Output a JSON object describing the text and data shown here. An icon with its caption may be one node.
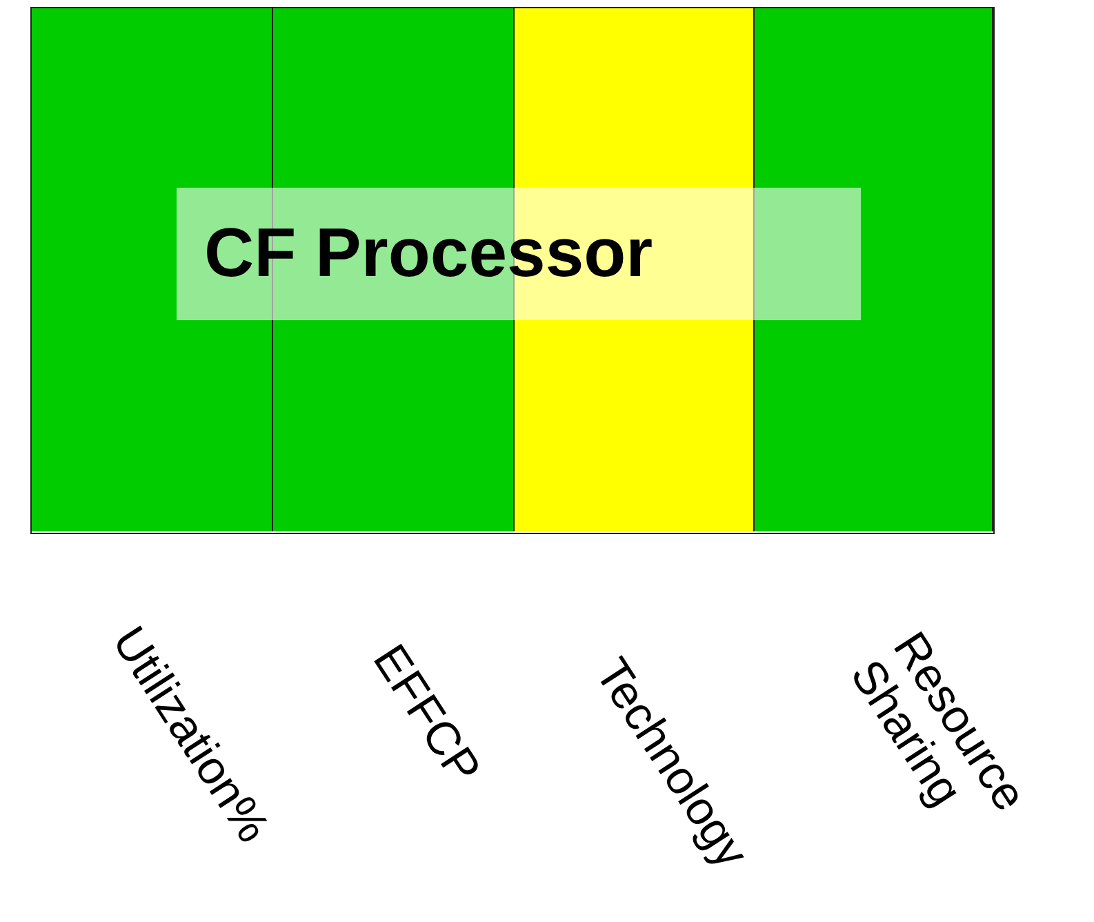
{
  "diagram": {
    "nodes": [
      {
        "text": [
          "CF Processor"
        ]
      },
      {
        "text": [
          "Utilization%"
        ]
      },
      {
        "text": [
          "EFFCP"
        ]
      },
      {
        "text": [
          "Technology"
        ]
      },
      {
        "text": [
          "Resource Sharing"
        ]
      }
    ]
  }
}
